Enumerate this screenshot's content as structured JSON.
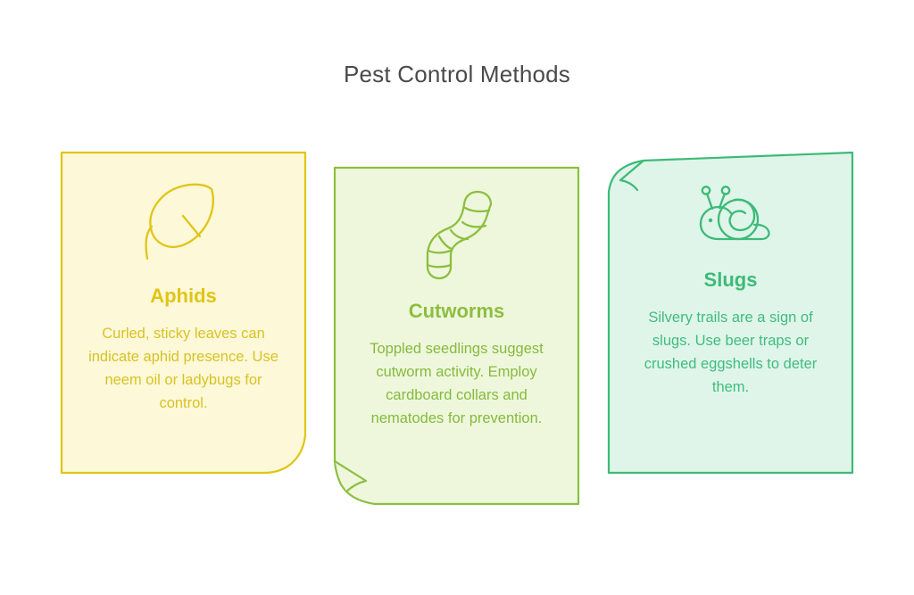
{
  "page": {
    "title": "Pest Control Methods",
    "background_color": "#FFFFFF",
    "title_color": "#4A4A4A"
  },
  "cards": [
    {
      "id": "aphids",
      "heading": "Aphids",
      "body": "Curled, sticky leaves can indicate aphid presence. Use neem oil or ladybugs for control.",
      "icon": "leaf-icon",
      "fill_color": "#FCF8D8",
      "border_color": "#E0C516",
      "heading_color": "#E0C516",
      "body_color": "#D9C224",
      "corner_fold": "bottom-right"
    },
    {
      "id": "cutworms",
      "heading": "Cutworms",
      "body": "Toppled seedlings suggest cutworm activity. Employ cardboard collars and nematodes for prevention.",
      "icon": "worm-icon",
      "fill_color": "#EEF7DC",
      "border_color": "#8CBF3F",
      "heading_color": "#8CBF3F",
      "body_color": "#86BA3E",
      "corner_fold": "bottom-left"
    },
    {
      "id": "slugs",
      "heading": "Slugs",
      "body": "Silvery trails are a sign of slugs. Use beer traps or crushed eggshells to deter them.",
      "icon": "snail-icon",
      "fill_color": "#DFF5EA",
      "border_color": "#3DBA78",
      "heading_color": "#3DBA78",
      "body_color": "#41BC7E",
      "corner_fold": "top-left"
    }
  ]
}
